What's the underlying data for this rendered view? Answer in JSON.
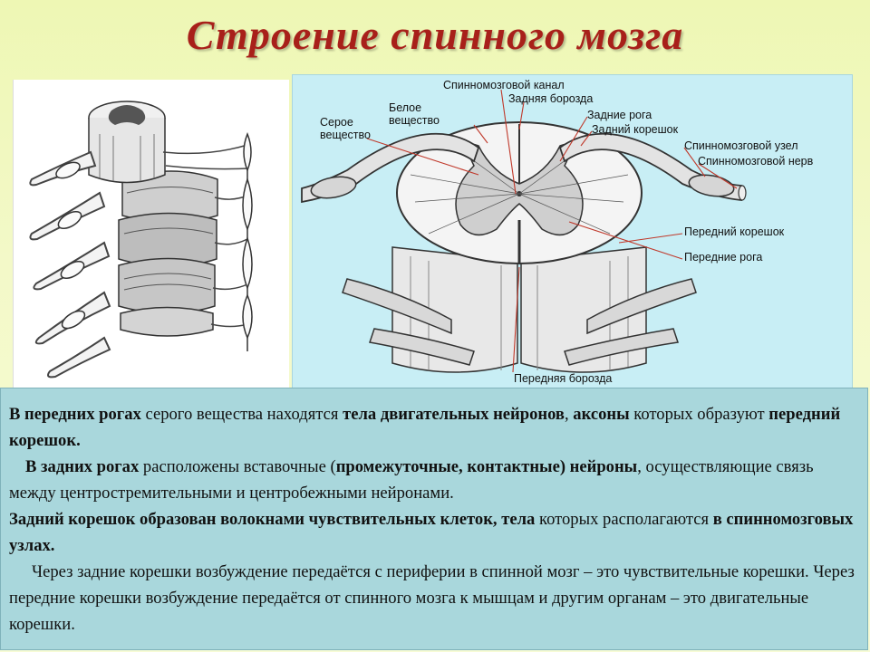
{
  "title": "Строение спинного мозга",
  "figure_labels": {
    "canal": "Спинномозговой канал",
    "posterior_sulcus": "Задняя борозда",
    "white_matter": "Белое\nвещество",
    "gray_matter": "Серое\nвещество",
    "posterior_horns": "Задние рога",
    "posterior_root": "Задний корешок",
    "ganglion": "Спинномозговой узел",
    "nerve": "Спинномозговой нерв",
    "anterior_root": "Передний корешок",
    "anterior_horns": "Передние рога",
    "anterior_fissure": "Передняя борозда"
  },
  "text": {
    "p1": {
      "s1": "В передних рогах",
      "s2": " серого вещества находятся ",
      "s3": "тела двигательных нейронов",
      "s4": ",  ",
      "s5": "аксоны",
      "s6": " которых образуют ",
      "s7": "передний корешок."
    },
    "p2": {
      "s1": "В задних рогах",
      "s2": " расположены вставочные (",
      "s3": "промежуточные, контактные)  нейроны",
      "s4": ", осуществляющие связь между центростремительными и центробежными нейронами."
    },
    "p3": {
      "s1": "Задний корешок образован  волокнами чувствительных клеток, тела",
      "s2": " которых располагаются ",
      "s3": "в спинномозговых узлах."
    },
    "p4": {
      "s1": "Через задние корешки возбуждение передаётся с периферии в спинной мозг – это чувствительные корешки. Через передние корешки возбуждение передаётся от спинного мозга к мышцам и другим органам – это двигательные корешки."
    }
  }
}
